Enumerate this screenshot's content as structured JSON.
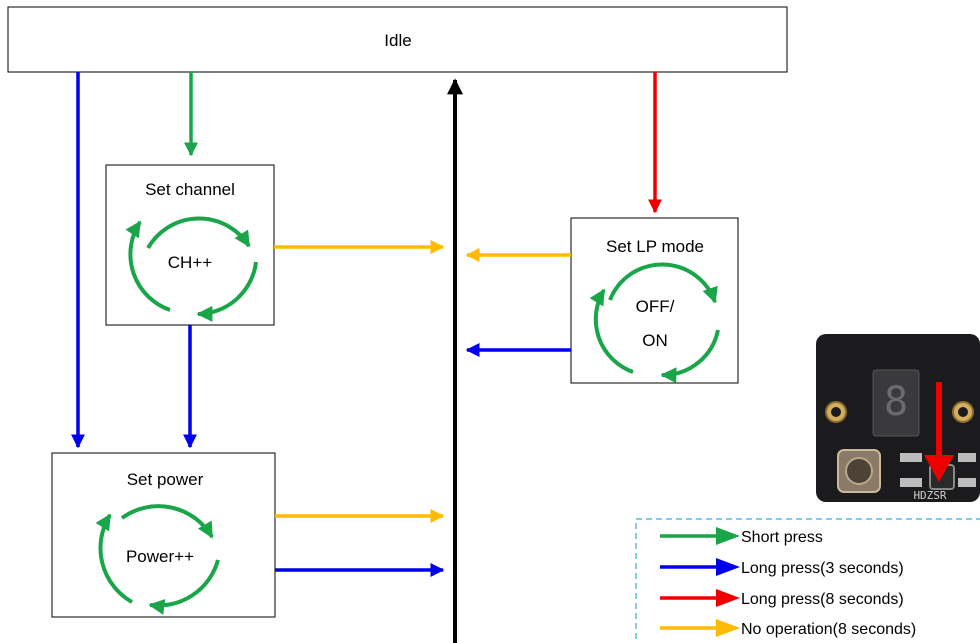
{
  "states": {
    "idle": "Idle",
    "set_channel": "Set channel",
    "channel_action": "CH++",
    "set_lp_mode": "Set LP mode",
    "lp_action_line1": "OFF/",
    "lp_action_line2": "ON",
    "set_power": "Set power",
    "power_action": "Power++"
  },
  "colors": {
    "short_press": "#1aa54a",
    "long_press_3s": "#0000ee",
    "long_press_8s": "#ee0000",
    "no_operation": "#ffbb00",
    "return_path": "#000000"
  },
  "legend": {
    "items": [
      {
        "label": "Short press",
        "color": "#1aa54a"
      },
      {
        "label": "Long press(3 seconds)",
        "color": "#0000ee"
      },
      {
        "label": "Long press(8 seconds)",
        "color": "#ee0000"
      },
      {
        "label": "No operation(8 seconds)",
        "color": "#ffbb00"
      }
    ]
  },
  "device_photo": {
    "brand_text": "HDZSR"
  }
}
